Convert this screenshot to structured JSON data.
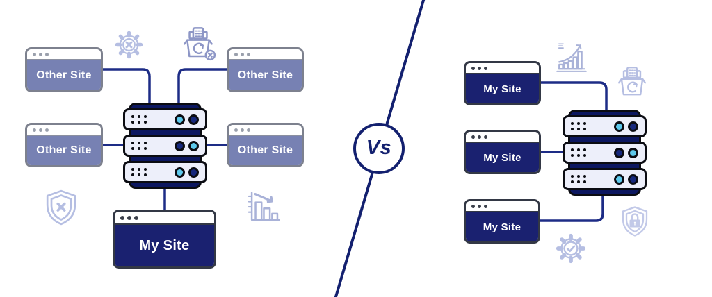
{
  "divider": {
    "vs_label": "Vs"
  },
  "left": {
    "other_sites": [
      "Other Site",
      "Other Site",
      "Other Site",
      "Other Site"
    ],
    "my_site_label": "My Site",
    "icons": [
      "gear-x-icon",
      "backup-failed-icon",
      "shield-x-icon",
      "declining-chart-icon"
    ]
  },
  "right": {
    "my_site_labels": [
      "My Site",
      "My Site",
      "My Site"
    ],
    "icons": [
      "growth-chart-icon",
      "backup-restore-icon",
      "shield-lock-icon",
      "gear-check-icon"
    ]
  },
  "colors": {
    "navy": "#1a2170",
    "line_navy": "#1d2c86",
    "divider_navy": "#13206f",
    "server_cap_navy": "#0c1760",
    "ink_black": "#0b0c12",
    "slate_blue": "#7781b3",
    "window_gray_border": "#7d818e",
    "dot_gray": "#9aa0ac",
    "dark_border": "#333845",
    "light_body": "#edeffa",
    "light_blue": "#5ec9ec",
    "light_navy": "#16287c",
    "periwinkle_light": "#b5bee2",
    "periwinkle_mid": "#8d96c6",
    "periwinkle_chart": "#a9b2d8",
    "periwinkle_pale": "#c2c9e8",
    "white": "#ffffff"
  }
}
